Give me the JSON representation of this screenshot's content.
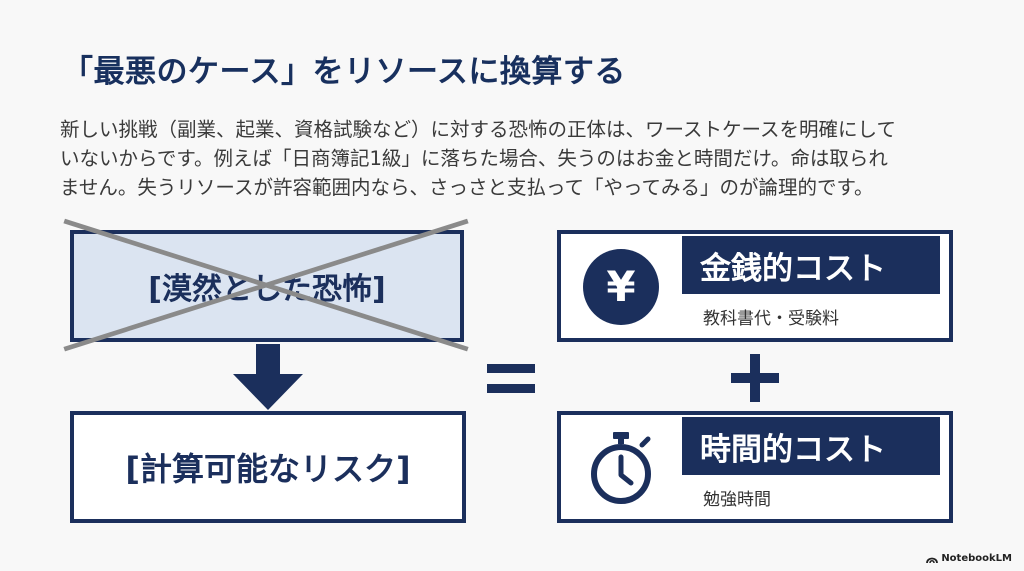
{
  "slide": {
    "title": "「最悪のケース」をリソースに換算する",
    "body_lines": [
      "新しい挑戦（副業、起業、資格試験など）に対する恐怖の正体は、ワーストケースを明確にして",
      "いないからです。例えば「日商簿記1級」に落ちた場合、失うのはお金と時間だけ。命は取られ",
      "ません。失うリソースが許容範囲内なら、さっさと支払って「やってみる」のが論理的です。"
    ]
  },
  "diagram": {
    "vague_fear_label": "[漠然とした恐怖]",
    "calculable_risk_label": "[計算可能なリスク]",
    "money_cost": {
      "title": "金銭的コスト",
      "subtitle": "教科書代・受験料",
      "icon": "yen-icon"
    },
    "time_cost": {
      "title": "時間的コスト",
      "subtitle": "勉強時間",
      "icon": "stopwatch-icon"
    }
  },
  "footer": {
    "brand": "NotebookLM"
  },
  "colors": {
    "navy": "#1b2f5c",
    "light_blue": "#dbe4f1",
    "cross_gray": "#8a8a8a"
  }
}
